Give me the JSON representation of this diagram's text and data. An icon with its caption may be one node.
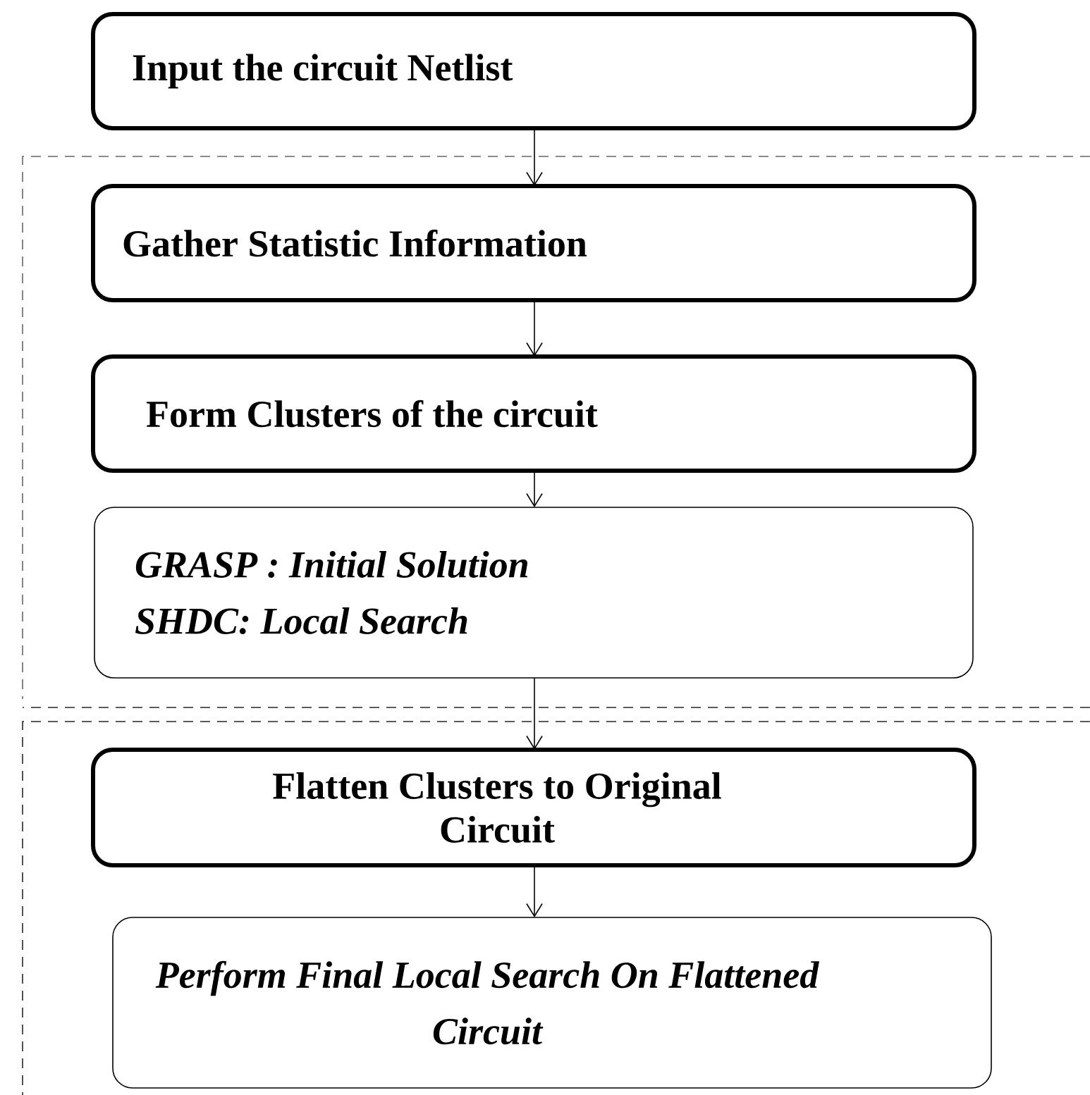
{
  "diagram": {
    "nodes": [
      {
        "text": [
          "Input the circuit Netlist"
        ]
      },
      {
        "text": [
          "Gather Statistic Information"
        ]
      },
      {
        "text": [
          "Form Clusters of the circuit"
        ]
      },
      {
        "text": [
          "GRASP : Initial Solution",
          "SHDC: Local Search"
        ]
      },
      {
        "text": [
          "Flatten Clusters to Original Circuit"
        ]
      },
      {
        "text": [
          "Perform Final Local Search On Flattened Circuit"
        ]
      }
    ],
    "edges": [
      {
        "from": 0,
        "to": 1,
        "arrow": "to"
      },
      {
        "from": 1,
        "to": 2,
        "arrow": "to"
      },
      {
        "from": 2,
        "to": 3,
        "arrow": "to"
      },
      {
        "from": 3,
        "to": 4,
        "arrow": "to"
      },
      {
        "from": 4,
        "to": 5,
        "arrow": "to"
      }
    ]
  }
}
